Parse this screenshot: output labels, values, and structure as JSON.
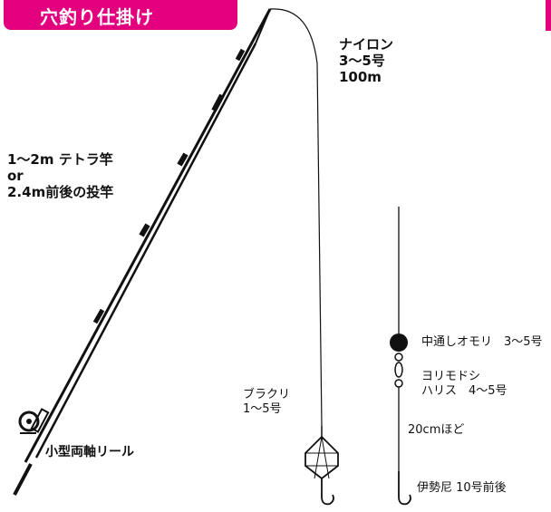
{
  "title": "穴釣り仕掛け",
  "rod": {
    "lines": [
      "1〜2m テトラ竿",
      "or",
      "2.4m前後の投竿"
    ]
  },
  "main_line": {
    "lines": [
      "ナイロン",
      "3〜5号",
      "100m"
    ]
  },
  "reel": {
    "label": "小型両軸リール"
  },
  "brakuri": {
    "lines": [
      "ブラクリ",
      "1〜5号"
    ]
  },
  "rig": {
    "sinker": "中通しオモリ　3〜5号",
    "swivel_leader": [
      "ヨリモドシ",
      "ハリス　4〜5号"
    ],
    "length": "20cmほど",
    "hook": "伊勢尼 10号前後"
  },
  "colors": {
    "banner": "#e3007f",
    "ink": "#111111",
    "banner_text": "#ffffff"
  }
}
